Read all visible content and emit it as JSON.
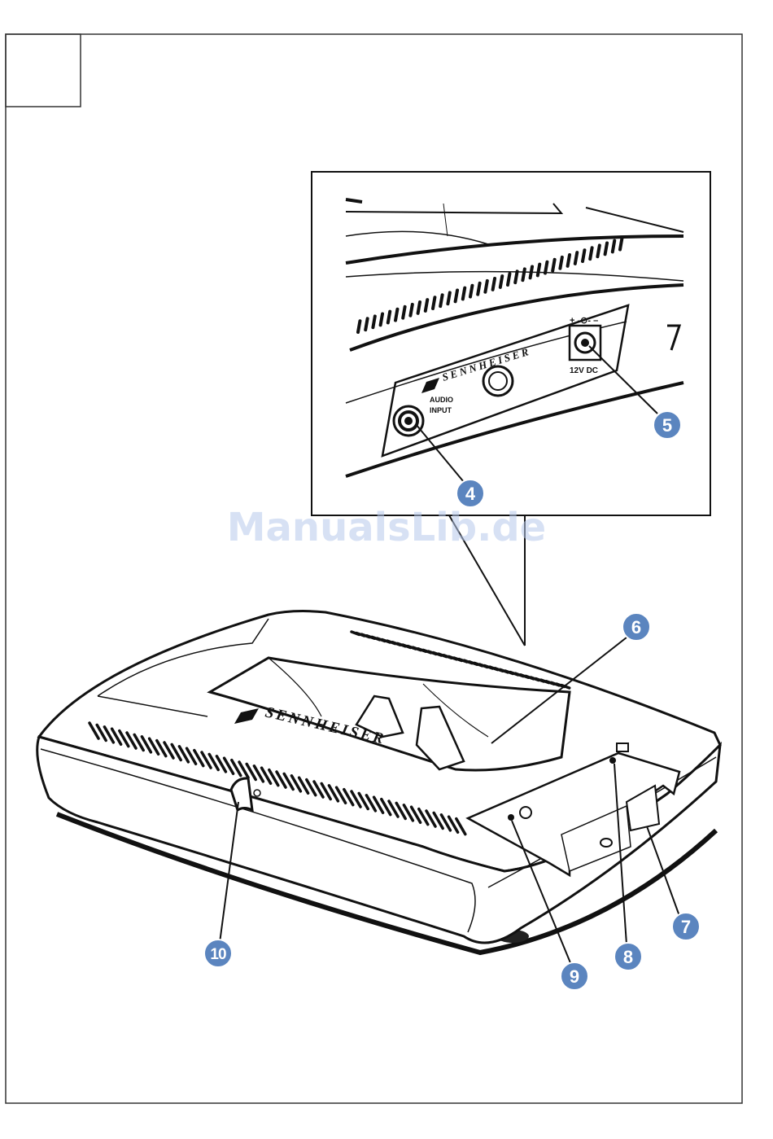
{
  "watermark": {
    "text": "ManualsLib.de",
    "color": "#b7c9ec"
  },
  "inset": {
    "brand_label": "SENNHEISER",
    "audio_label_line1": "AUDIO",
    "audio_label_line2": "INPUT",
    "dc_label": "12V  DC",
    "polarity_label": "+ -⊙- –"
  },
  "device": {
    "brand_label": "SENNHEISER"
  },
  "callouts": [
    {
      "num": "4"
    },
    {
      "num": "5"
    },
    {
      "num": "6"
    },
    {
      "num": "7"
    },
    {
      "num": "8"
    },
    {
      "num": "9"
    },
    {
      "num": "10"
    }
  ],
  "colors": {
    "callout": "#5b85bf",
    "line": "#111111",
    "frame": "#333333"
  }
}
